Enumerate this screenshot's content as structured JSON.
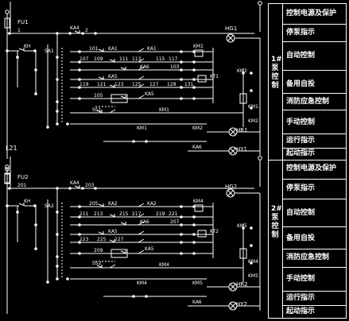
{
  "colors": {
    "background": "#000000",
    "wire": "#ffffff",
    "component": "#ffffff",
    "node": "#ffffff",
    "table_border": "#ffffff",
    "text": "#ffffff"
  },
  "supplies": {
    "upper": {
      "phase": "",
      "fuse": "FU1"
    },
    "lower": {
      "phase": "L21",
      "fuse": "FU2"
    }
  },
  "pump1": {
    "title": "1#泵控制",
    "legend": [
      "控制电源及保护",
      "停泵指示",
      "自动控制",
      "备用自投",
      "消防应急控制",
      "手动控制",
      "运行指示",
      "起动指示"
    ],
    "switches": [
      "SA1",
      "SS1",
      "SS1"
    ],
    "contactors": [
      "KA1",
      "KA4",
      "KA5",
      "KA6",
      "KM1",
      "KM2",
      "KT1"
    ],
    "lamps": [
      "HG1",
      "HR1",
      "HY1"
    ],
    "labels": [
      "1",
      "2",
      "101",
      "103",
      "105",
      "107",
      "109",
      "111",
      "113",
      "115",
      "117",
      "119",
      "121",
      "123",
      "125",
      "127",
      "129",
      "131"
    ]
  },
  "pump2": {
    "title": "2#泵控制",
    "legend": [
      "控制电源及保护",
      "停泵指示",
      "自动控制",
      "备用自投",
      "消防应急控制",
      "手动控制",
      "运行指示",
      "起动指示"
    ],
    "switches": [
      "SA2",
      "SS2",
      "SS2"
    ],
    "contactors": [
      "KA2",
      "KA4",
      "KA5",
      "KA6",
      "KM4",
      "KM5",
      "KT2"
    ],
    "lamps": [
      "HG2",
      "HR2",
      "HY2"
    ],
    "labels": [
      "201",
      "203",
      "205",
      "207",
      "209",
      "211",
      "213",
      "215",
      "217",
      "219",
      "221",
      "223",
      "225",
      "227"
    ]
  }
}
